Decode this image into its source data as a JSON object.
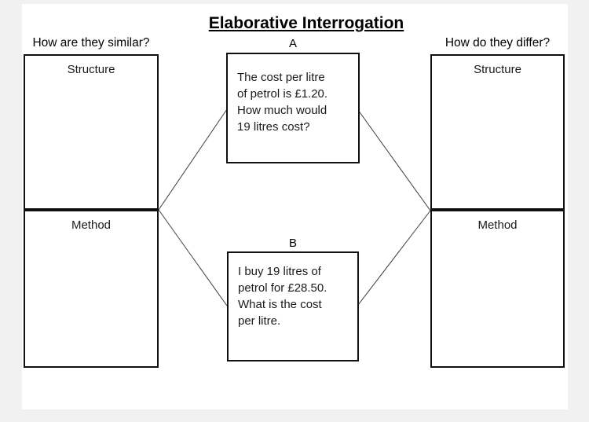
{
  "title": "Elaborative Interrogation",
  "left_panel": {
    "header": "How are they similar?",
    "structure_label": "Structure",
    "method_label": "Method"
  },
  "right_panel": {
    "header": "How do they differ?",
    "structure_label": "Structure",
    "method_label": "Method"
  },
  "problem_a": {
    "label": "A",
    "text": "The cost per litre\nof petrol is £1.20.\nHow much would\n19 litres cost?"
  },
  "problem_b": {
    "label": "B",
    "text": "I buy 19 litres of\npetrol for £28.50.\nWhat is the cost\nper litre."
  },
  "colors": {
    "background": "#f1f1f2",
    "page": "#ffffff",
    "box_border": "#101010",
    "connector": "#3c3c3c"
  }
}
